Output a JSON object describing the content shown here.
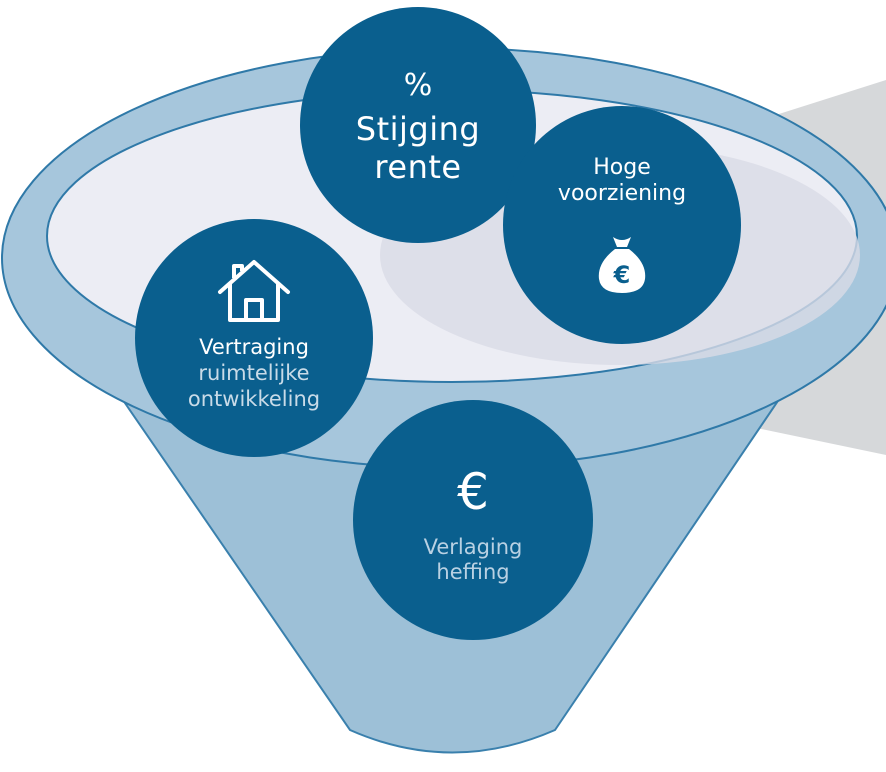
{
  "colors": {
    "circle": "#0a5f8e",
    "funnel_body": "#9bbfd6",
    "funnel_edge": "#2f79a8",
    "funnel_inner": "#e9eaf2",
    "shadow": "#c9cbcf"
  },
  "circles": {
    "stijging_rente": {
      "icon": "percent-icon",
      "glyph": "%",
      "lines": [
        "Stijging",
        "rente"
      ]
    },
    "hoge_voorziening": {
      "icon": "money-bag-euro-icon",
      "bag_glyph": "€",
      "lines": [
        "Hoge",
        "voorziening"
      ]
    },
    "vertraging": {
      "icon": "house-icon",
      "lines": [
        "Vertraging",
        "ruimtelijke",
        "ontwikkeling"
      ]
    },
    "verlaging_heffing": {
      "icon": "euro-icon",
      "glyph": "€",
      "lines": [
        "Verlaging",
        "heffing"
      ]
    }
  }
}
